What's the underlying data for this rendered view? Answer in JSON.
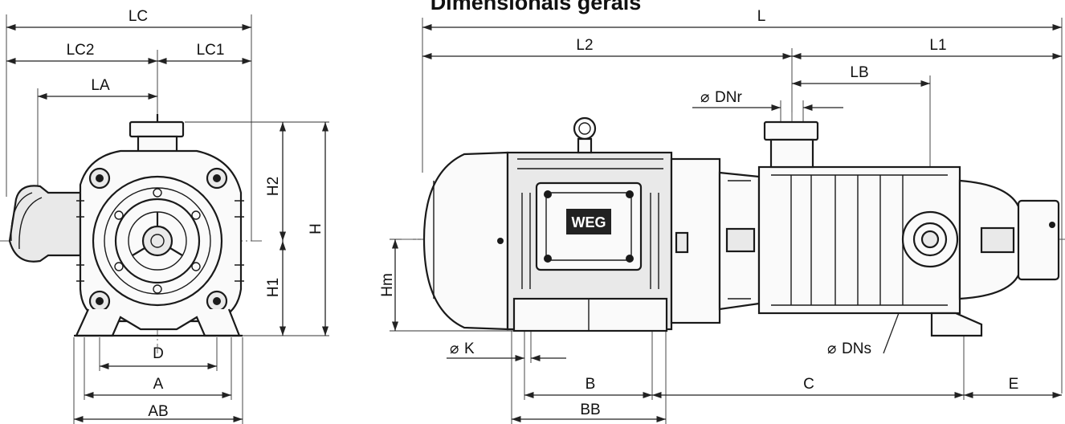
{
  "title": "Dimensionais gerais",
  "side_view": {
    "labels": {
      "LC": "LC",
      "LC2": "LC2",
      "LC1": "LC1",
      "LA": "LA",
      "H2": "H2",
      "H1": "H1",
      "H": "H",
      "D": "D",
      "A": "A",
      "AB": "AB"
    }
  },
  "front_view": {
    "labels": {
      "L": "L",
      "L2": "L2",
      "L1": "L1",
      "LB": "LB",
      "DNr": "DNr",
      "DNs": "DNs",
      "Hm": "Hm",
      "K": "K",
      "B": "B",
      "BB": "BB",
      "C": "C",
      "E": "E"
    },
    "diameter_symbol": "⌀",
    "logo_text": "WEG"
  }
}
